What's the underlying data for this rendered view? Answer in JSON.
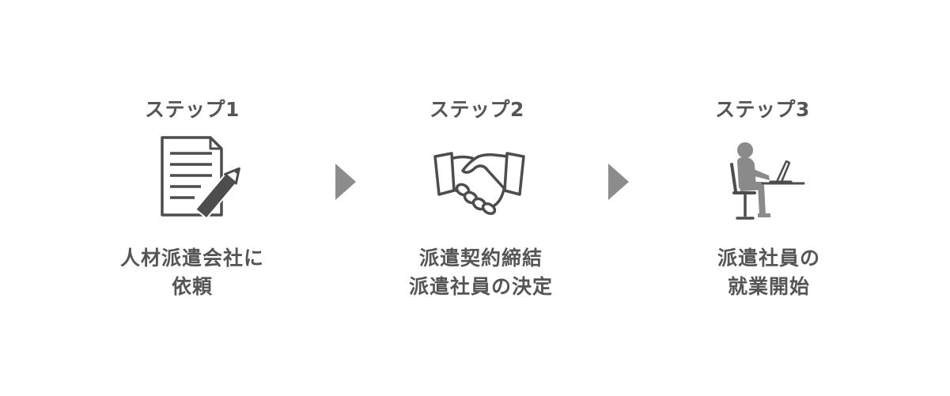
{
  "steps": [
    {
      "title": "ステップ1",
      "desc_line1": "人材派遣会社に",
      "desc_line2": "依頼",
      "icon": "document-with-pencil-icon"
    },
    {
      "title": "ステップ2",
      "desc_line1": "派遣契約締結",
      "desc_line2": "派遣社員の決定",
      "icon": "handshake-icon"
    },
    {
      "title": "ステップ3",
      "desc_line1": "派遣社員の",
      "desc_line2": "就業開始",
      "icon": "person-at-laptop-icon"
    }
  ],
  "colors": {
    "text": "#555555",
    "icon": "#4d4d4d",
    "arrow": "#8c8c8c"
  }
}
